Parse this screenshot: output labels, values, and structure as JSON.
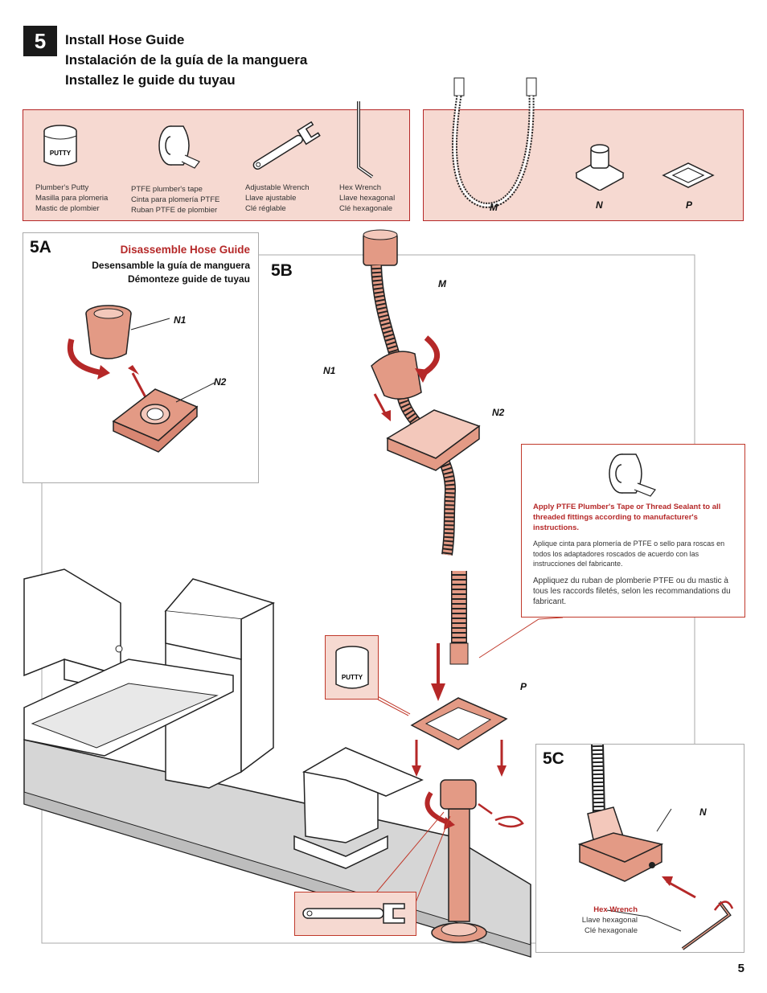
{
  "step": {
    "number": "5",
    "title_en": "Install Hose Guide",
    "title_es": "Instalación de la guía de la manguera",
    "title_fr": "Installez le guide du tuyau"
  },
  "tools": [
    {
      "icon": "putty-jar-icon",
      "lines": [
        "Plumber's Putty",
        "Masilla para plomeria",
        "Mastic de plombier"
      ],
      "label": "PUTTY"
    },
    {
      "icon": "ptfe-tape-icon",
      "lines": [
        "PTFE plumber's tape",
        "Cinta para plomería PTFE",
        "Ruban PTFE de plombier"
      ]
    },
    {
      "icon": "adjustable-wrench-icon",
      "lines": [
        "Adjustable Wrench",
        "Llave ajustable",
        "Clé réglable"
      ]
    },
    {
      "icon": "hex-wrench-icon",
      "lines": [
        "Hex Wrench",
        "Llave hexagonal",
        "Clé hexagonale"
      ]
    }
  ],
  "parts": {
    "m": "M",
    "n": "N",
    "p": "P"
  },
  "s5a": {
    "label": "5A",
    "title": "Disassemble Hose Guide",
    "sub1": "Desensamble la guía de manguera",
    "sub2": "Démonteze guide de tuyau",
    "n1": "N1",
    "n2": "N2"
  },
  "s5b": {
    "label": "5B",
    "m": "M",
    "n1": "N1",
    "n2": "N2",
    "p": "P"
  },
  "callout": {
    "en": "Apply PTFE Plumber's Tape or Thread Sealant to all threaded fittings according to manufacturer's instructions.",
    "es": "Aplique cinta para plomería de PTFE o sello para roscas en todos los adaptadores roscados de acuerdo con las instrucciones del fabricante.",
    "fr": "Appliquez du ruban de plomberie PTFE ou du mastic à tous les raccords filetés, selon les recommandations du fabricant."
  },
  "s5c": {
    "label": "5C",
    "n": "N",
    "hex_en": "Hex Wrench",
    "hex_es": "Llave hexagonal",
    "hex_fr": "Clé hexagonale"
  },
  "page": "5",
  "colors": {
    "accent": "#b52828",
    "panel": "#f6d9d1",
    "part": "#e39a85"
  }
}
